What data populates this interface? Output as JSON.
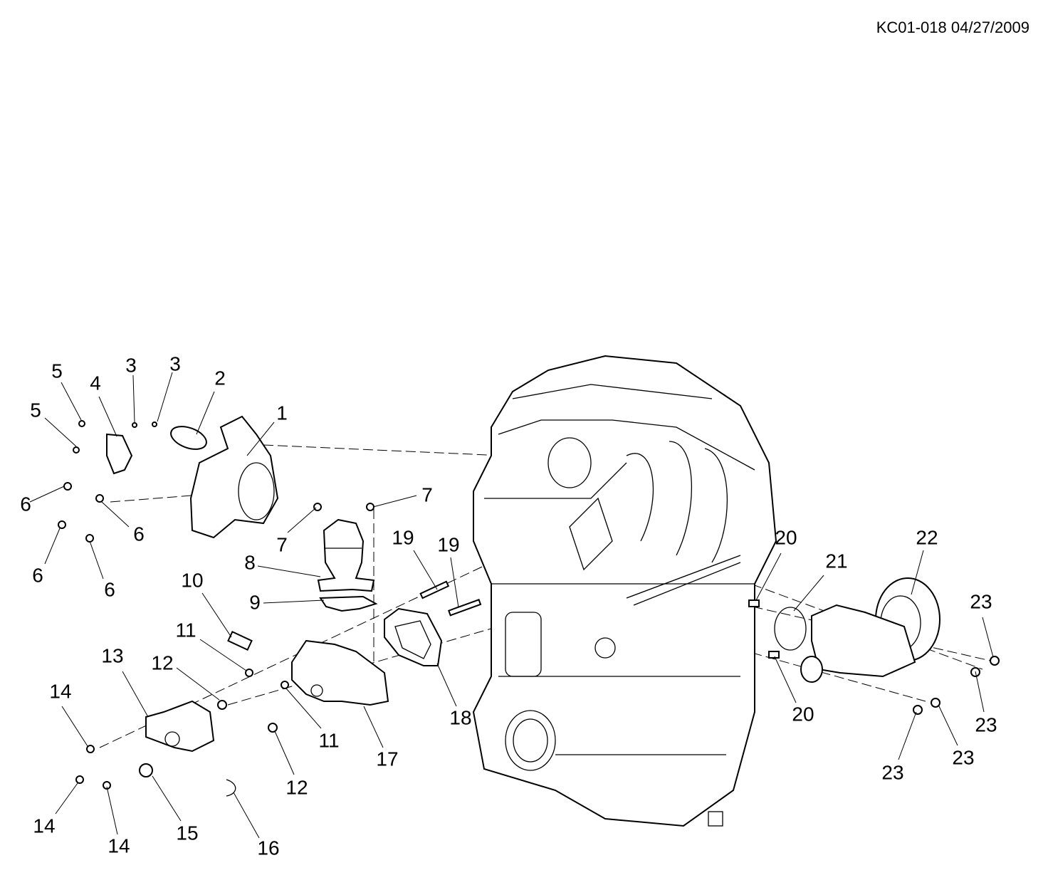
{
  "header": {
    "drawing_id": "KC01-018 04/27/2009"
  },
  "callouts": {
    "c1": "1",
    "c2": "2",
    "c3a": "3",
    "c3b": "3",
    "c4": "4",
    "c5a": "5",
    "c5b": "5",
    "c6a": "6",
    "c6b": "6",
    "c6c": "6",
    "c6d": "6",
    "c7a": "7",
    "c7b": "7",
    "c8": "8",
    "c9": "9",
    "c10": "10",
    "c11a": "11",
    "c11b": "11",
    "c12a": "12",
    "c12b": "12",
    "c13": "13",
    "c14a": "14",
    "c14b": "14",
    "c14c": "14",
    "c15": "15",
    "c16": "16",
    "c17": "17",
    "c18": "18",
    "c19a": "19",
    "c19b": "19",
    "c20a": "20",
    "c20b": "20",
    "c21": "21",
    "c22": "22",
    "c23a": "23",
    "c23b": "23",
    "c23c": "23",
    "c23d": "23"
  }
}
